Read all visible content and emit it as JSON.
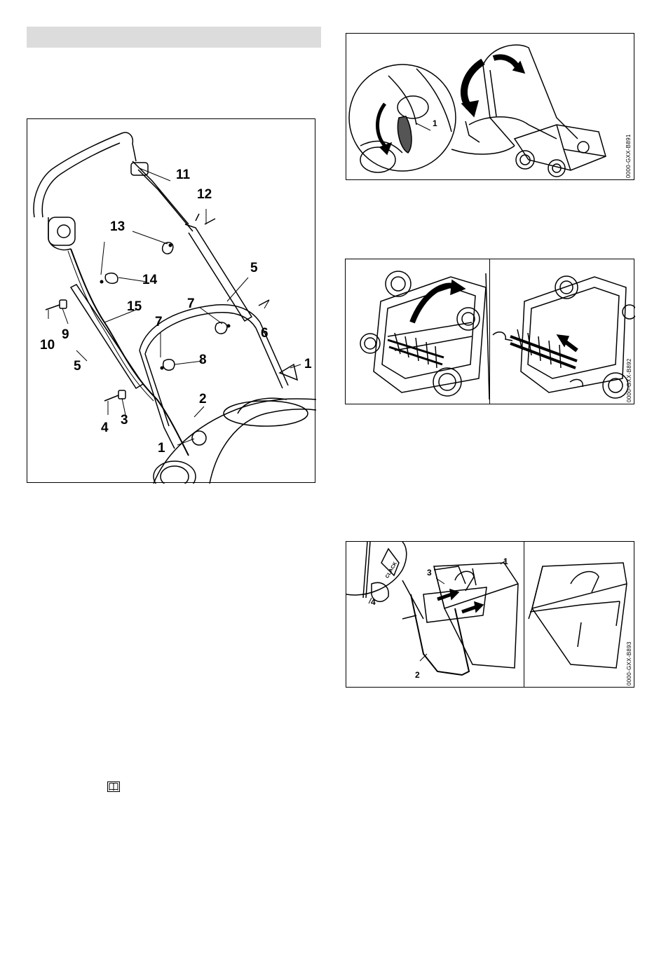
{
  "page": {
    "header_bar_text": ""
  },
  "fig_handle": {
    "labels": [
      "11",
      "12",
      "13",
      "14",
      "5",
      "15",
      "7",
      "6",
      "7",
      "8",
      "10",
      "9",
      "5",
      "1",
      "2",
      "4",
      "3",
      "1"
    ]
  },
  "fig_fold": {
    "callout": "1",
    "code": "0000-GXX-B891"
  },
  "fig_roller": {
    "code": "0000-GXX-B892"
  },
  "fig_catcher": {
    "callouts": [
      "1",
      "3",
      "4",
      "2"
    ],
    "click_label": "CLACK",
    "code": "0000-GXX-B893"
  },
  "icons": {
    "manual": "book-icon"
  }
}
